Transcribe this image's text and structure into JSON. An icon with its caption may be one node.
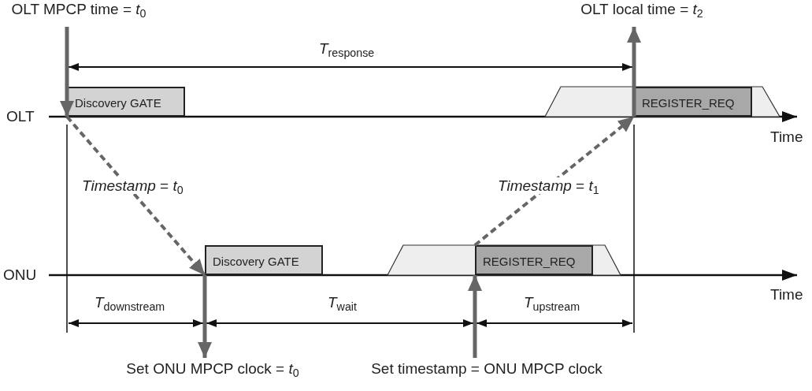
{
  "diagram": {
    "nodes": [
      {
        "text": [
          "OLT MPCP time = *t*$_{0}$"
        ]
      },
      {
        "text": [
          "Discovery GATE"
        ]
      },
      {
        "text": [
          "REGISTER_REQ"
        ]
      },
      {
        "text": [
          "OLT local time = *t*$_{2}$"
        ]
      },
      {
        "text": [
          "Discovery GATE"
        ]
      },
      {
        "text": [
          "REGISTER_REQ"
        ]
      },
      {
        "text": [
          "Set ONU MPCP clock = *t*$_{0}$"
        ]
      },
      {
        "text": [
          "Set timestamp = ONU MPCP clock"
        ]
      }
    ],
    "edges": [
      {
        "from": 0,
        "to": 1,
        "arrow": "to"
      },
      {
        "from": 1,
        "to": 4,
        "arrow": "to",
        "style": "dashed",
        "label": "*Timestamp* = *t*$_{0}$"
      },
      {
        "from": 5,
        "to": 2,
        "arrow": "to",
        "style": "dashed",
        "label": "*Timestamp* = *t*$_{1}$"
      },
      {
        "from": 2,
        "to": 3,
        "arrow": "to"
      },
      {
        "from": 4,
        "to": 6,
        "arrow": "to"
      },
      {
        "from": 7,
        "to": 5,
        "arrow": "to"
      }
    ],
    "labels": [
      "*T*$_{response}$",
      "OLT",
      "Time",
      "ONU",
      "Time",
      "*T*$_{downstream}$",
      "*T*$_{wait}$",
      "*T*$_{upstream}$"
    ]
  }
}
